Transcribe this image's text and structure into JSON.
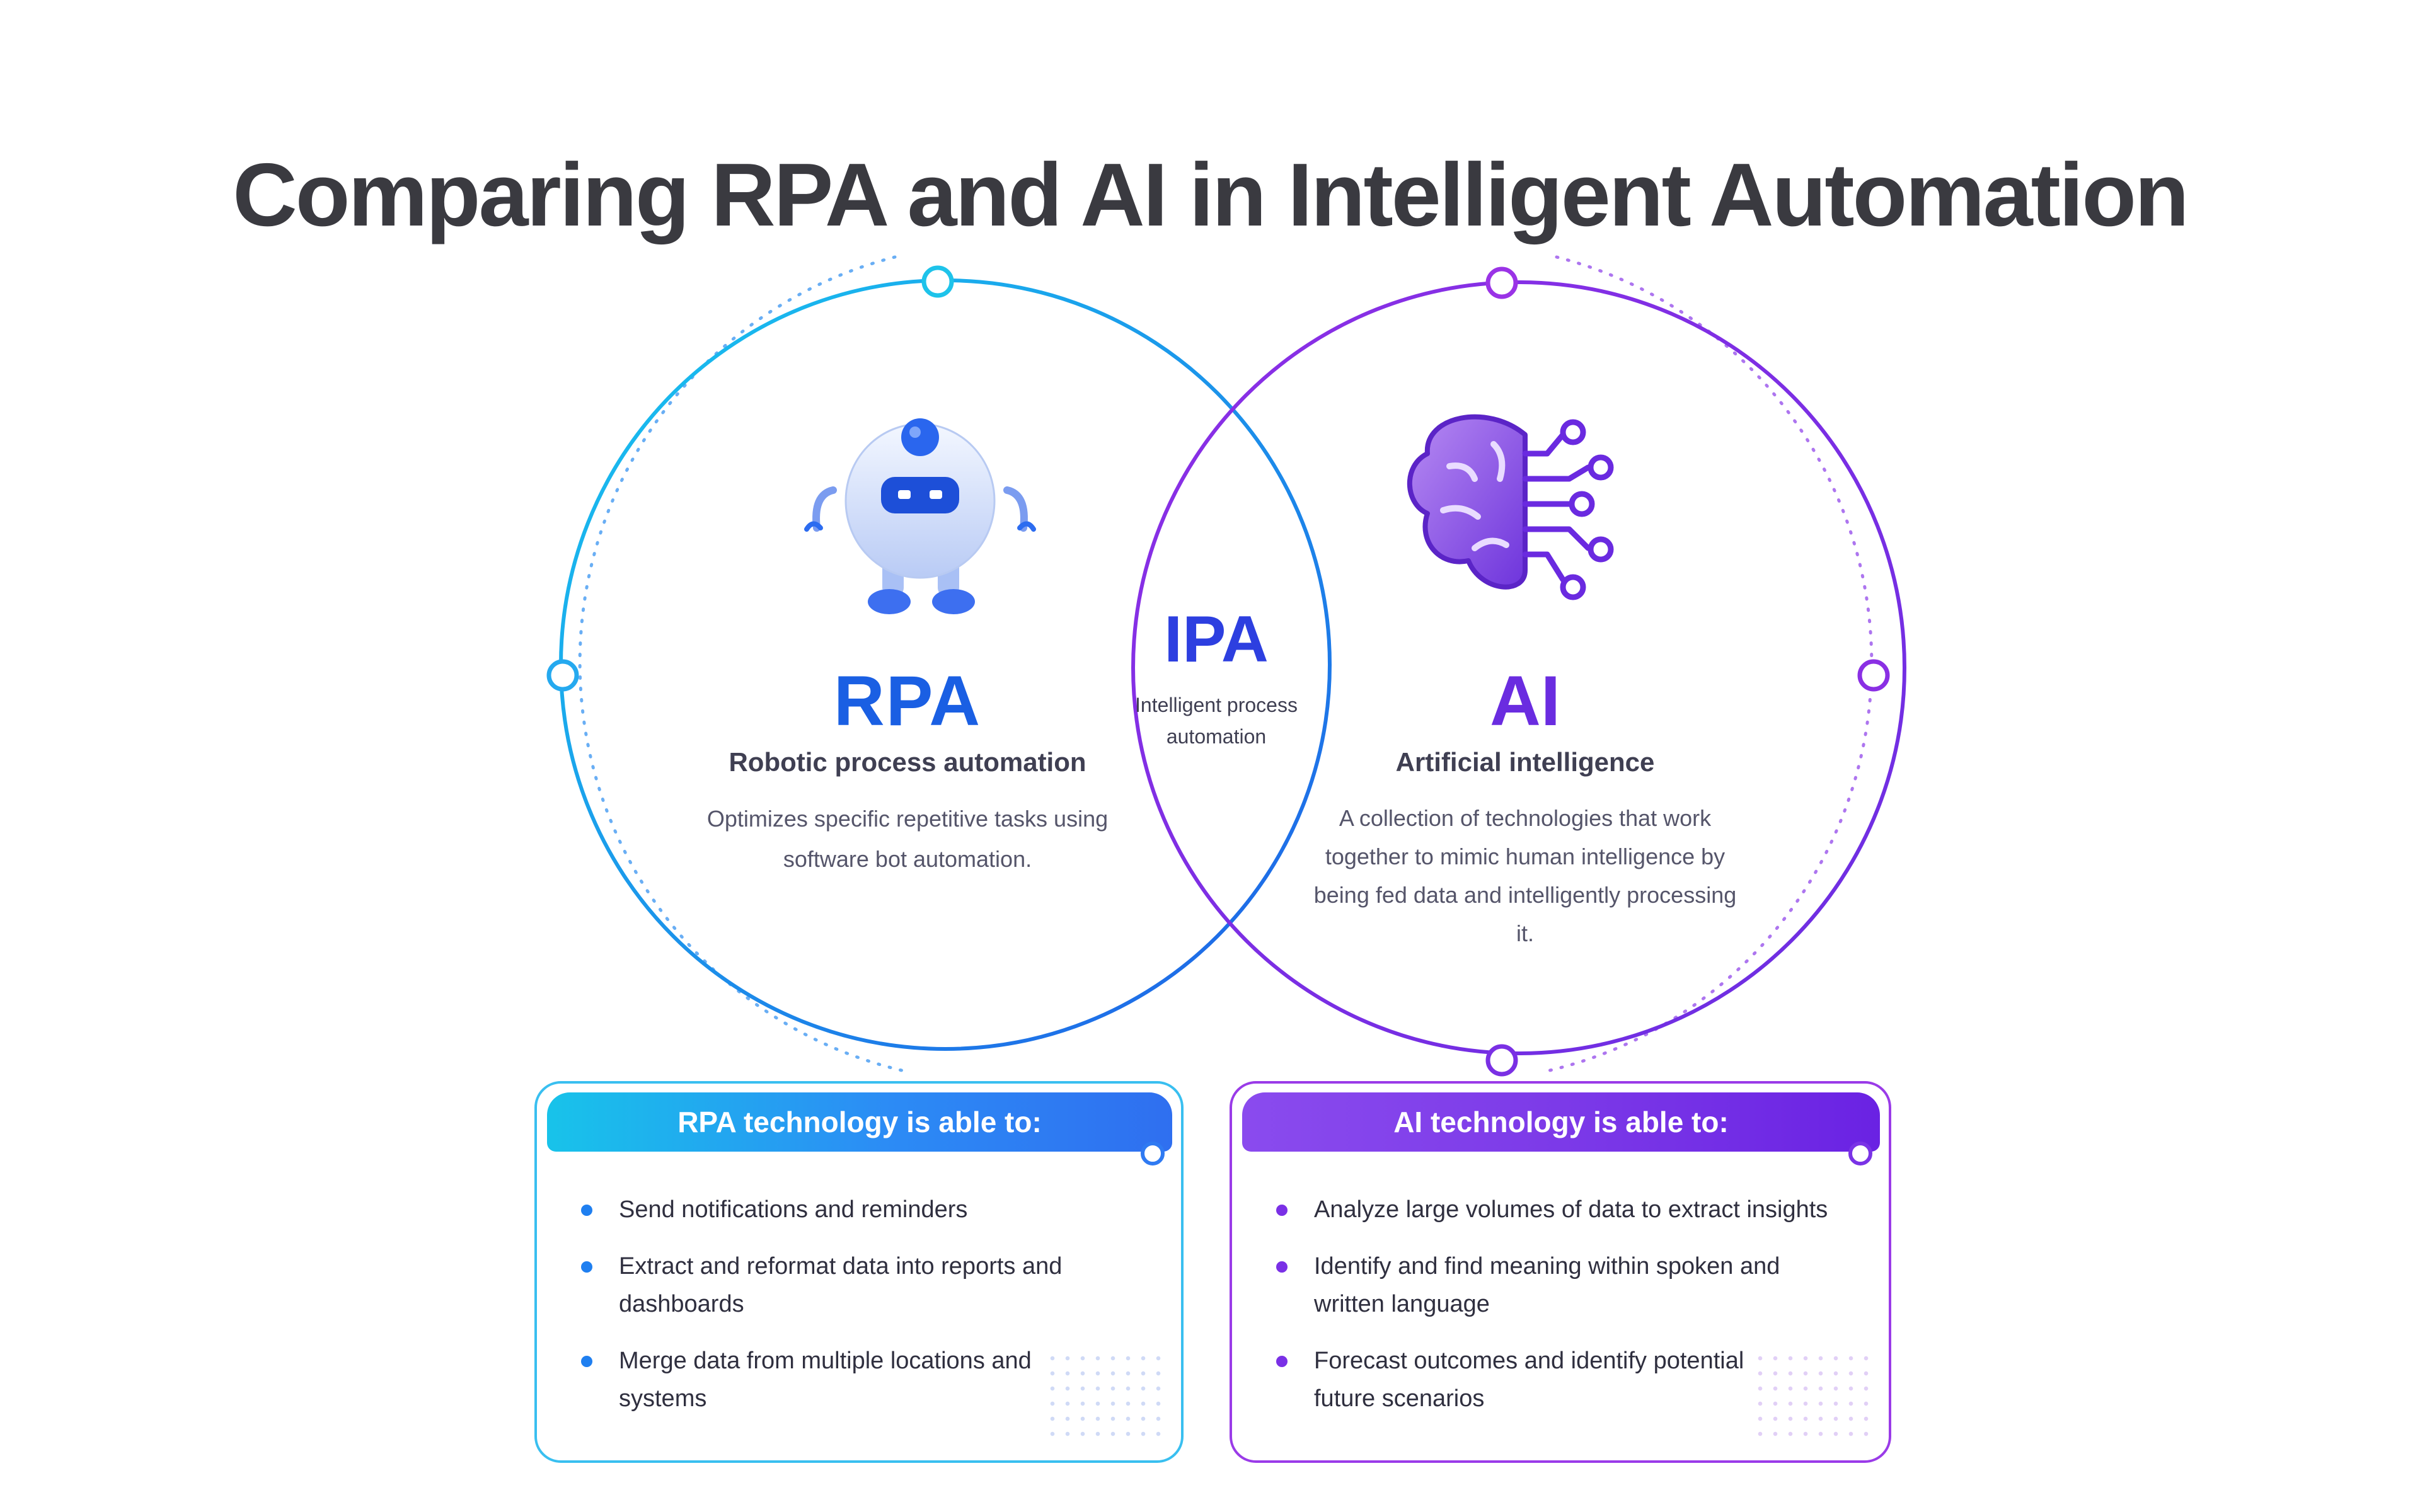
{
  "title": "Comparing RPA and AI in Intelligent Automation",
  "rpa": {
    "abbr": "RPA",
    "full_name": "Robotic process automation",
    "description": "Optimizes specific repetitive tasks using software bot automation.",
    "icon": "robot-icon",
    "color": "#1a5fe3"
  },
  "ipa": {
    "abbr": "IPA",
    "full_name": "Intelligent process automation",
    "color": "#2d3fe0"
  },
  "ai": {
    "abbr": "AI",
    "full_name": "Artificial intelligence",
    "description": "A collection of technologies that work together to mimic human intelligence by being fed data and intelligently processing it.",
    "icon": "brain-circuit-icon",
    "color": "#6a2ce0"
  },
  "rpa_panel": {
    "title": "RPA technology is able to:",
    "items": [
      "Send notifications and reminders",
      "Extract and reformat data into reports and dashboards",
      "Merge data from multiple locations and systems"
    ]
  },
  "ai_panel": {
    "title": "AI technology is able to:",
    "items": [
      "Analyze large volumes of data to extract insights",
      "Identify and find meaning within spoken and written language",
      "Forecast outcomes and identify potential future scenarios"
    ]
  },
  "colors": {
    "rpa_gradient_start": "#17c6ee",
    "rpa_gradient_end": "#2f6ff0",
    "ai_gradient_start": "#8a4bee",
    "ai_gradient_end": "#6a22e3",
    "title_text": "#3a3a40"
  }
}
